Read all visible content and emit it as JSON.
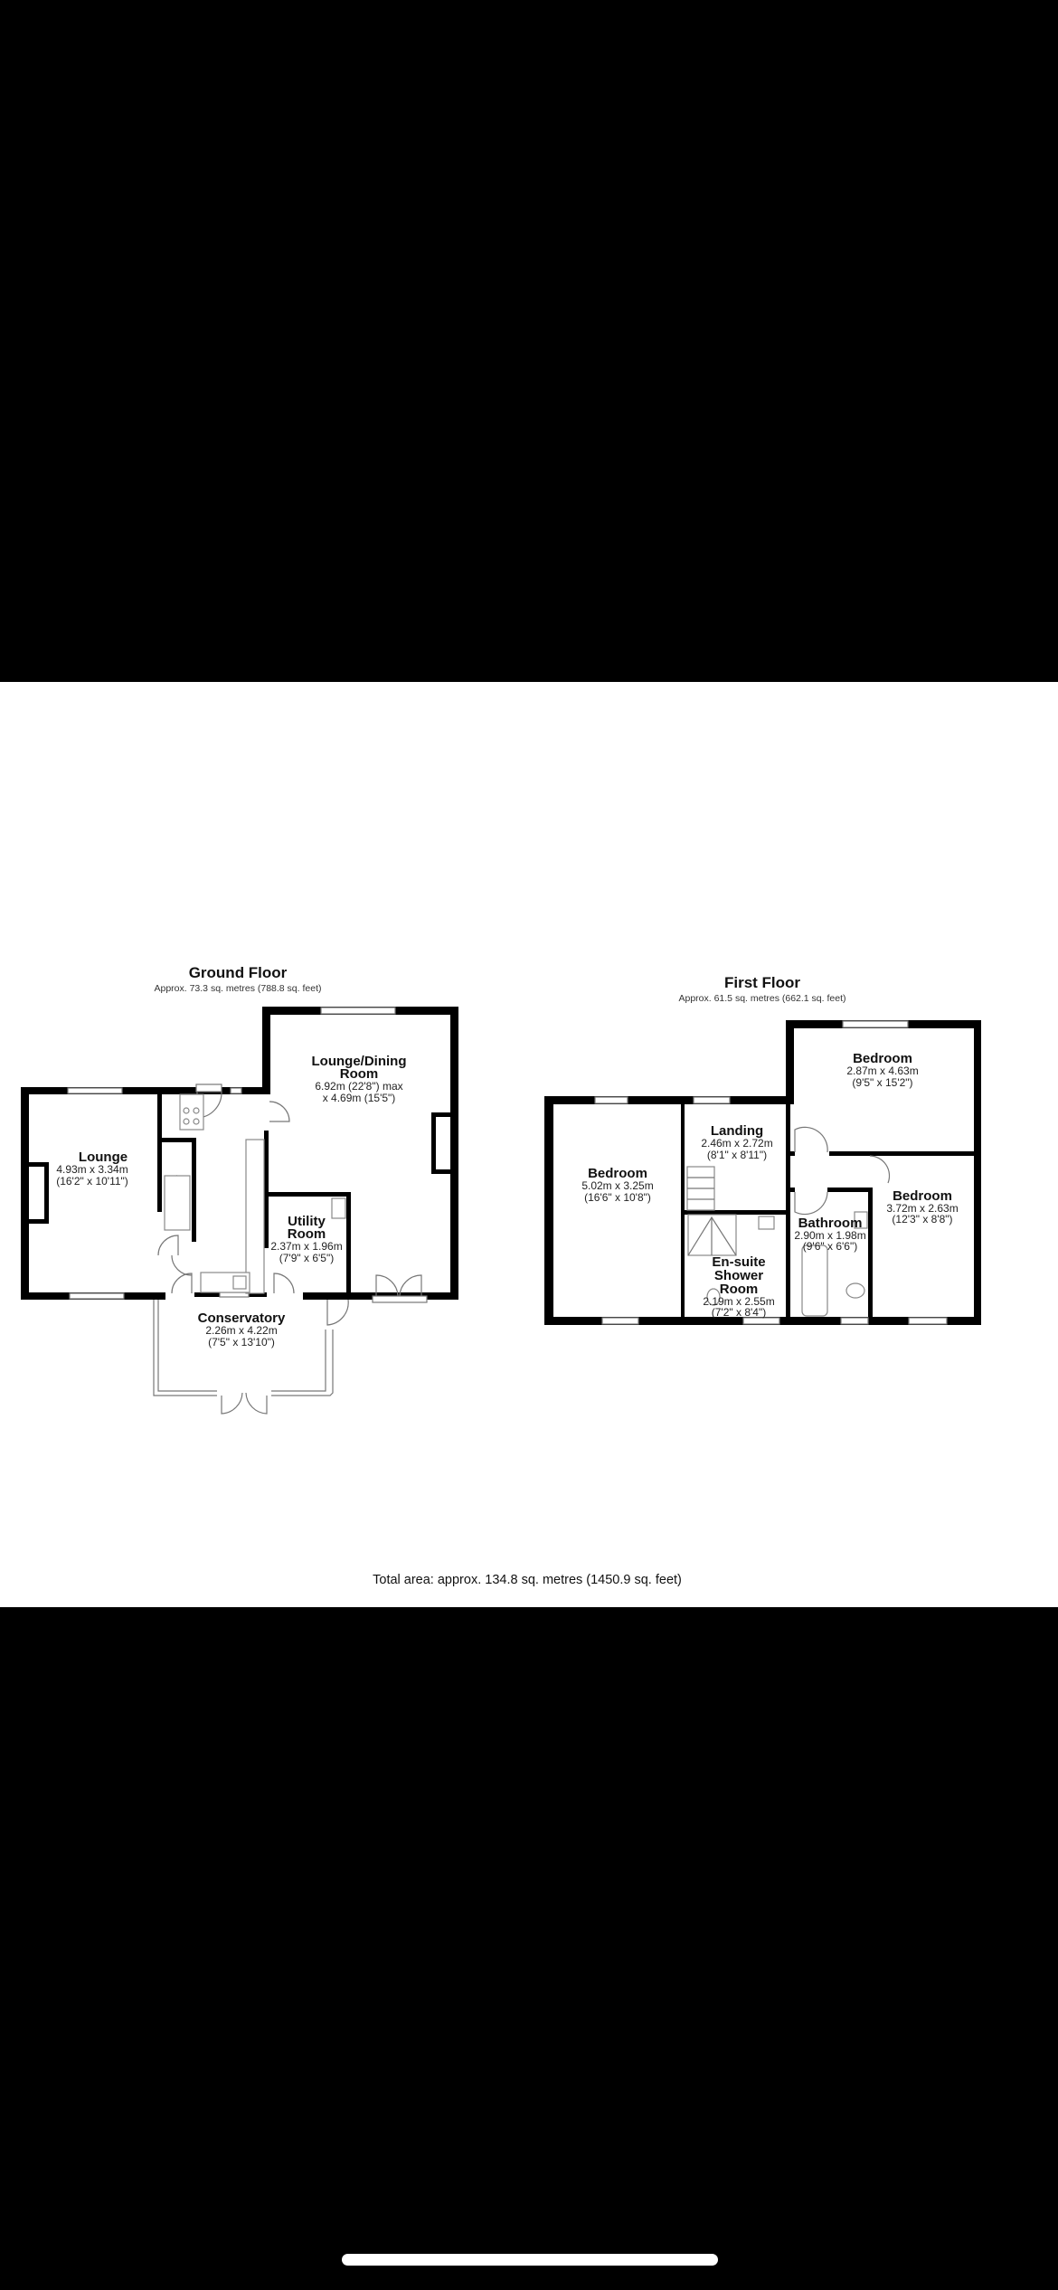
{
  "ground_floor": {
    "title": "Ground Floor",
    "area": "Approx. 73.3 sq. metres (788.8 sq. feet)",
    "rooms": [
      {
        "name": "Lounge",
        "dims_m": "4.93m x 3.34m",
        "dims_ft": "(16'2\" x 10'11\")"
      },
      {
        "name_line1": "Lounge/Dining",
        "name_line2": "Room",
        "dims_m": "6.92m (22'8\") max",
        "dims_ft": "x 4.69m (15'5\")"
      },
      {
        "name_line1": "Utility",
        "name_line2": "Room",
        "dims_m": "2.37m x 1.96m",
        "dims_ft": "(7'9\" x 6'5\")"
      },
      {
        "name": "Conservatory",
        "dims_m": "2.26m x 4.22m",
        "dims_ft": "(7'5\" x 13'10\")"
      }
    ]
  },
  "first_floor": {
    "title": "First Floor",
    "area": "Approx. 61.5 sq. metres (662.1 sq. feet)",
    "rooms": [
      {
        "name": "Bedroom",
        "dims_m": "5.02m x 3.25m",
        "dims_ft": "(16'6\" x 10'8\")"
      },
      {
        "name": "Landing",
        "dims_m": "2.46m x 2.72m",
        "dims_ft": "(8'1\" x 8'11\")"
      },
      {
        "name": "Bedroom",
        "dims_m": "2.87m x 4.63m",
        "dims_ft": "(9'5\" x 15'2\")"
      },
      {
        "name": "Bedroom",
        "dims_m": "3.72m x 2.63m",
        "dims_ft": "(12'3\" x 8'8\")"
      },
      {
        "name": "Bathroom",
        "dims_m": "2.90m x 1.98m",
        "dims_ft": "(9'6\" x 6'6\")"
      },
      {
        "name_line1": "En-suite",
        "name_line2": "Shower",
        "name_line3": "Room",
        "dims_m": "2.19m x 2.55m",
        "dims_ft": "(7'2\" x 8'4\")"
      }
    ]
  },
  "total_area": "Total area: approx. 134.8 sq. metres (1450.9 sq. feet)"
}
